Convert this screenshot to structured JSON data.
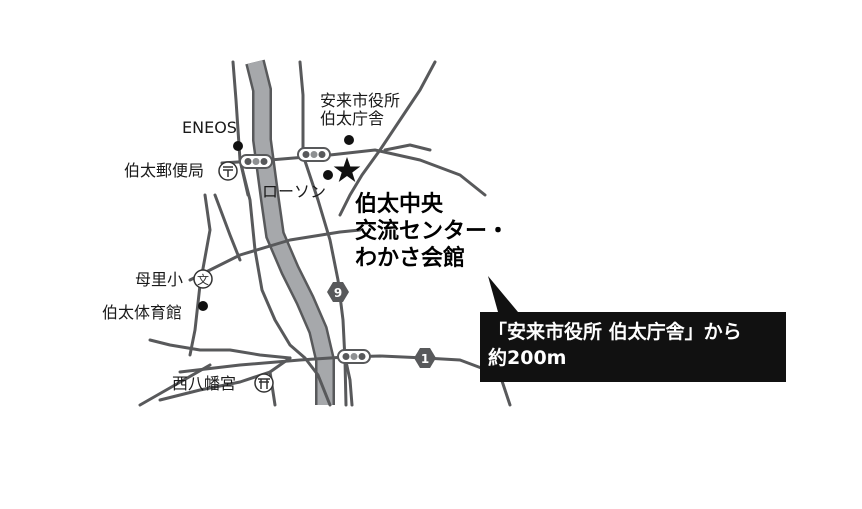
{
  "map": {
    "colors": {
      "road": "#58595b",
      "river": "#a6a8ab",
      "text": "#1a1a1a",
      "callout_bg": "#111111",
      "callout_text": "#ffffff"
    },
    "labels": {
      "eneos": "ENEOS",
      "city_office_line1": "安来市役所",
      "city_office_line2": "伯太庁舎",
      "post_office": "伯太郵便局",
      "lawson": "ローソン",
      "school": "母里小",
      "gym": "伯太体育館",
      "shrine": "西八幡宮"
    },
    "destination": {
      "line1": "伯太中央",
      "line2": "交流センター・",
      "line3": "わかさ会館"
    },
    "route_shields": {
      "route9": "9",
      "route1": "1"
    },
    "callout": {
      "line1": "「安来市役所 伯太庁舎」から",
      "line2": "約200m"
    },
    "symbols": {
      "post_office_symbol": "〒",
      "school_symbol": "文",
      "shrine_symbol": "⛩"
    },
    "icons": [
      "star-marker-icon",
      "traffic-signal-icon",
      "post-office-icon",
      "school-icon",
      "shrine-icon",
      "route-shield-icon",
      "poi-dot-icon"
    ]
  }
}
